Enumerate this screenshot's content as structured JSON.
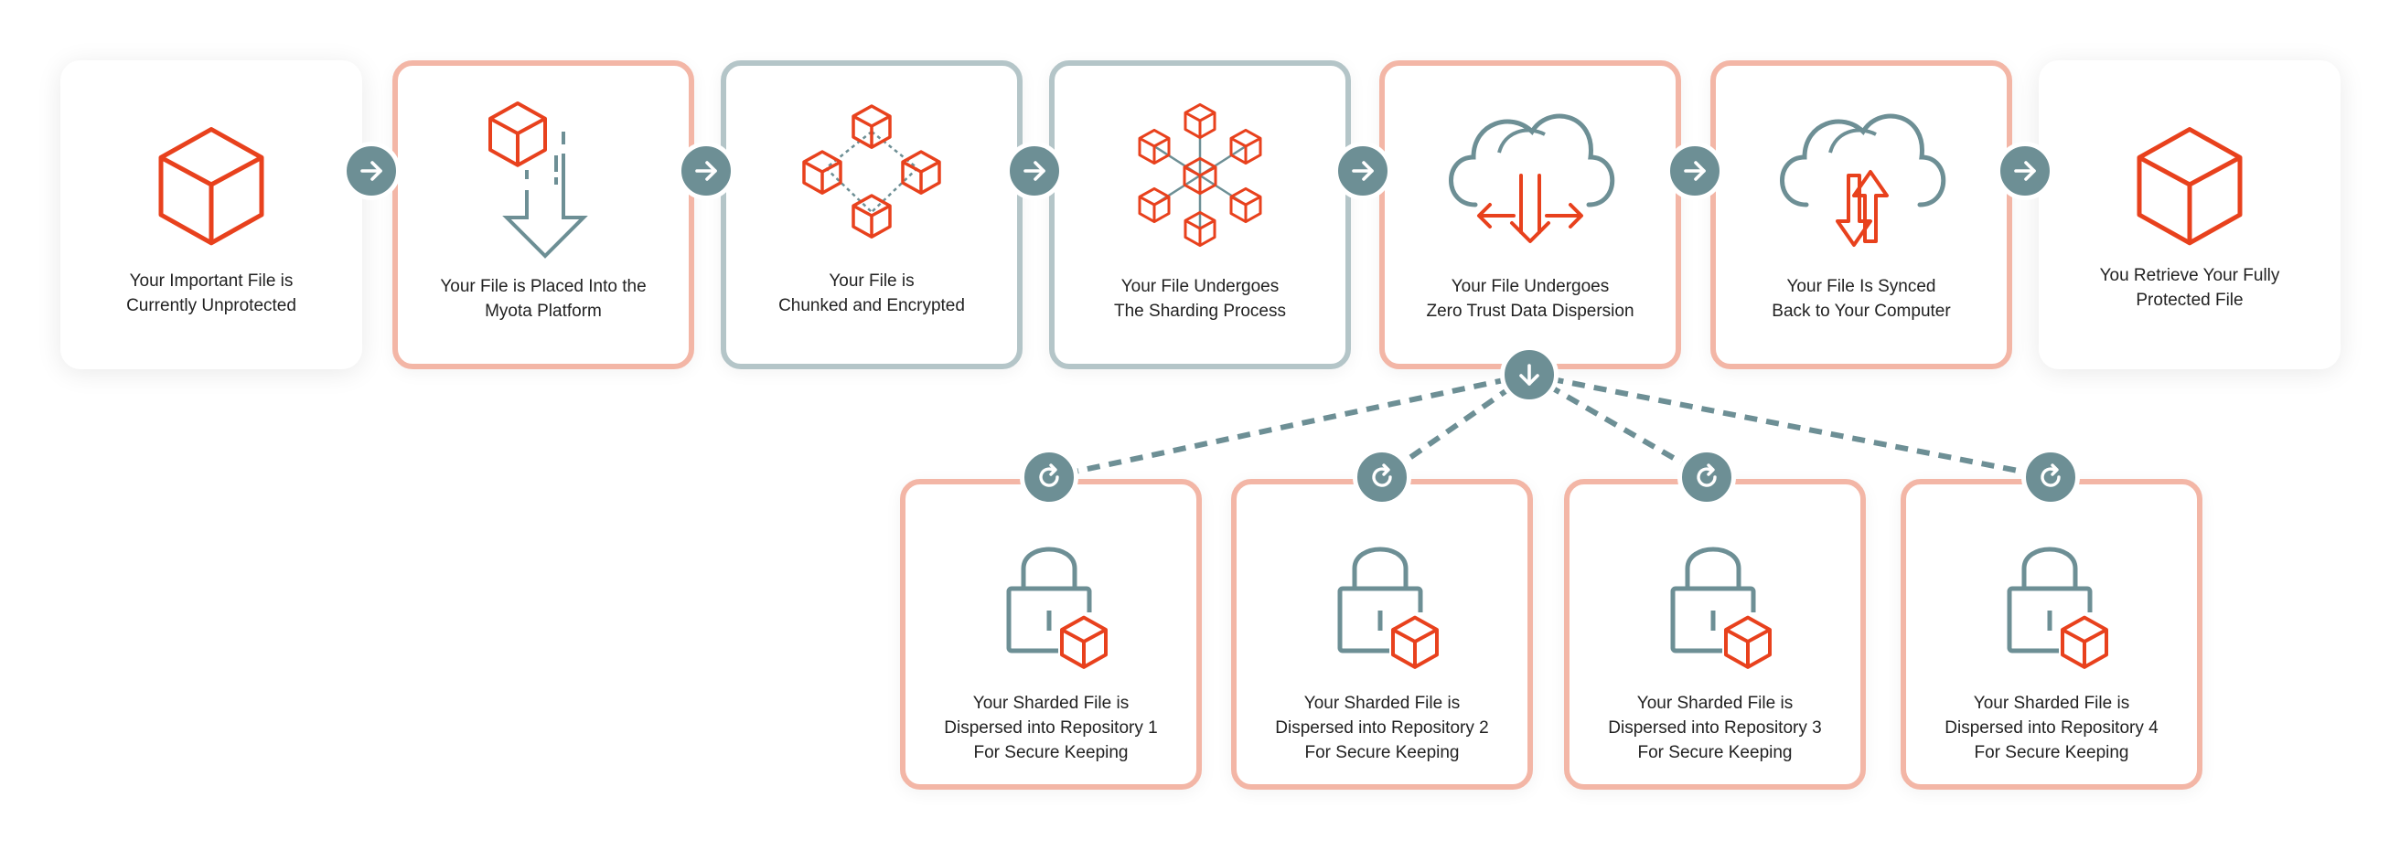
{
  "colors": {
    "accent_red": "#e8411d",
    "slate": "#6d8f95",
    "salmon_border": "#f3b6a6",
    "slate_border": "#b4c5c8"
  },
  "steps": [
    {
      "icon": "cube-icon",
      "lines": [
        "Your Important File is",
        "Currently Unprotected"
      ]
    },
    {
      "icon": "cube-into-platform-icon",
      "lines": [
        "Your File is Placed Into the",
        "Myota Platform"
      ]
    },
    {
      "icon": "chunked-cubes-icon",
      "lines": [
        "Your File is",
        "Chunked and Encrypted"
      ]
    },
    {
      "icon": "sharding-network-icon",
      "lines": [
        "Your File Undergoes",
        "The Sharding Process"
      ]
    },
    {
      "icon": "cloud-dispersion-icon",
      "lines": [
        "Your File Undergoes",
        "Zero Trust Data Dispersion"
      ]
    },
    {
      "icon": "cloud-sync-icon",
      "lines": [
        "Your File Is Synced",
        "Back to Your Computer"
      ]
    },
    {
      "icon": "cube-icon",
      "lines": [
        "You Retrieve Your Fully",
        "Protected File"
      ]
    }
  ],
  "repositories": [
    {
      "icon": "lock-cube-icon",
      "lines": [
        "Your Sharded File is",
        "Dispersed into Repository 1",
        "For Secure Keeping"
      ]
    },
    {
      "icon": "lock-cube-icon",
      "lines": [
        "Your Sharded File is",
        "Dispersed into Repository 2",
        "For Secure Keeping"
      ]
    },
    {
      "icon": "lock-cube-icon",
      "lines": [
        "Your Sharded File is",
        "Dispersed into Repository 3",
        "For Secure Keeping"
      ]
    },
    {
      "icon": "lock-cube-icon",
      "lines": [
        "Your Sharded File is",
        "Dispersed into Repository 4",
        "For Secure Keeping"
      ]
    }
  ],
  "connectors": {
    "step_arrow_icon": "arrow-right-icon",
    "branch_icon": "arrow-down-icon",
    "repository_icon": "refresh-icon"
  }
}
